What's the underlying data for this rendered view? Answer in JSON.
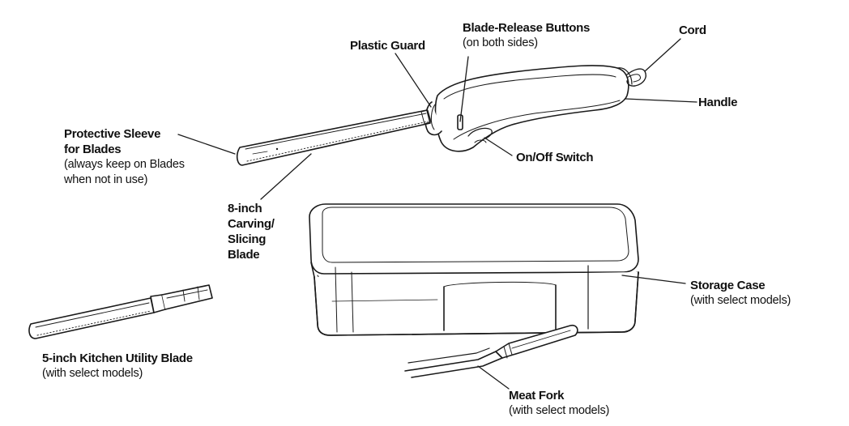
{
  "labels": {
    "plastic_guard": "Plastic Guard",
    "blade_release_title": "Blade-Release Buttons",
    "blade_release_note": "(on both sides)",
    "cord": "Cord",
    "handle": "Handle",
    "on_off_switch": "On/Off Switch",
    "protective_sleeve_line1": "Protective Sleeve",
    "protective_sleeve_line2": "for Blades",
    "protective_sleeve_note1": "(always keep on Blades",
    "protective_sleeve_note2": "when not in use)",
    "carving_blade_line1": "8-inch",
    "carving_blade_line2": "Carving/",
    "carving_blade_line3": "Slicing",
    "carving_blade_line4": "Blade",
    "storage_case": "Storage Case",
    "storage_case_note": "(with select models)",
    "utility_blade": "5-inch Kitchen Utility Blade",
    "utility_blade_note": "(with select models)",
    "meat_fork": "Meat Fork",
    "meat_fork_note": "(with select models)"
  }
}
